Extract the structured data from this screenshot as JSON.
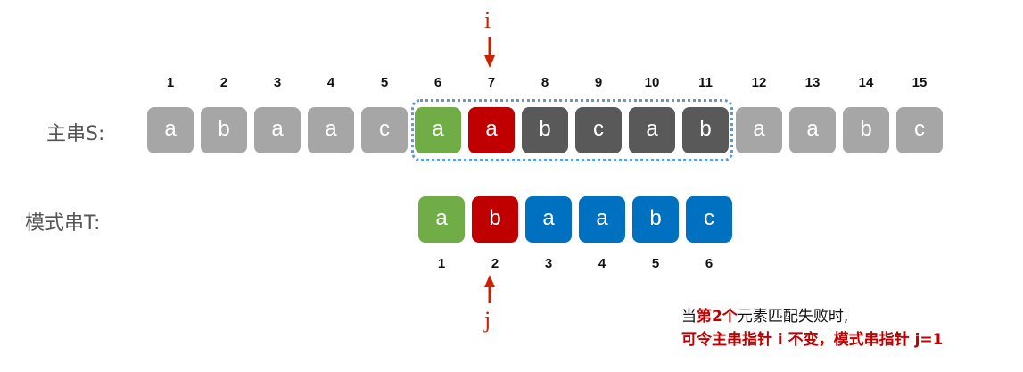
{
  "main_string": {
    "label": "主串S:",
    "indices": [
      "1",
      "2",
      "3",
      "4",
      "5",
      "6",
      "7",
      "8",
      "9",
      "10",
      "11",
      "12",
      "13",
      "14",
      "15"
    ],
    "chars": [
      "a",
      "b",
      "a",
      "a",
      "c",
      "a",
      "a",
      "b",
      "c",
      "a",
      "b",
      "a",
      "a",
      "b",
      "c"
    ],
    "states": [
      "gray",
      "gray",
      "gray",
      "gray",
      "gray",
      "match",
      "mismatch",
      "window",
      "window",
      "window",
      "window",
      "gray",
      "gray",
      "gray",
      "gray"
    ]
  },
  "pattern": {
    "label": "模式串T:",
    "indices": [
      "1",
      "2",
      "3",
      "4",
      "5",
      "6"
    ],
    "chars": [
      "a",
      "b",
      "a",
      "a",
      "b",
      "c"
    ],
    "states": [
      "match",
      "mismatch",
      "pattern",
      "pattern",
      "pattern",
      "pattern"
    ]
  },
  "pointers": {
    "i_label": "i",
    "j_label": "j"
  },
  "colors": {
    "gray": "#a6a6a6",
    "window": "#595959",
    "match": "#70ad47",
    "mismatch": "#c00000",
    "pattern": "#0070c0",
    "arrow": "#cc2200"
  },
  "note": {
    "line1_prefix": "当",
    "line1_highlight": "第2个",
    "line1_suffix": "元素匹配失败时,",
    "line2": "可令主串指针 i 不变，模式串指针 j=1"
  }
}
